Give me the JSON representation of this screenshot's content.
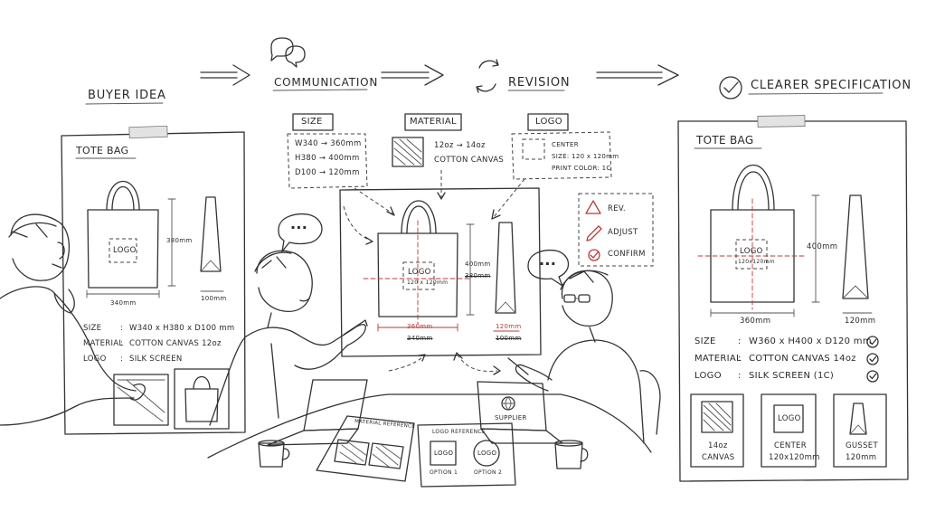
{
  "stages": [
    {
      "label": "BUYER IDEA",
      "icon": "none"
    },
    {
      "label": "COMMUNICATION",
      "icon": "speech-bubbles-icon"
    },
    {
      "label": "REVISION",
      "icon": "cycle-arrows-icon"
    },
    {
      "label": "CLEARER SPECIFICATION",
      "icon": "check-circle-icon"
    }
  ],
  "buyer_sheet": {
    "title": "TOTE BAG",
    "logo": "LOGO",
    "height": "380mm",
    "width": "340mm",
    "gusset": "100mm",
    "specs": [
      {
        "key": "SIZE",
        "sep": ":",
        "value": "W340 x H380 x D100 mm"
      },
      {
        "key": "MATERIAL",
        "sep": ":",
        "value": "COTTON CANVAS 12oz"
      },
      {
        "key": "LOGO",
        "sep": ":",
        "value": "SILK SCREEN"
      }
    ]
  },
  "callouts": {
    "size": {
      "title": "SIZE",
      "lines": [
        "W340 → 360mm",
        "H380 → 400mm",
        "D100 → 120mm"
      ]
    },
    "material": {
      "title": "MATERIAL",
      "lines": [
        "12oz → 14oz",
        "COTTON CANVAS"
      ]
    },
    "logo": {
      "title": "LOGO",
      "lines": [
        "CENTER",
        "SIZE: 120 x 120mm",
        "PRINT COLOR: 1C"
      ]
    }
  },
  "board": {
    "logo": "LOGO",
    "logo_size": "120 x 120mm",
    "height_new": "400mm",
    "height_old": "380mm",
    "width_new": "360mm",
    "width_old": "340mm",
    "gusset_new": "120mm",
    "gusset_old": "100mm"
  },
  "revision_list": [
    "REV.",
    "ADJUST",
    "CONFIRM"
  ],
  "speech": [
    "...",
    "..."
  ],
  "table": {
    "laptop_label": "SUPPLIER",
    "material_reference": "MATERIAL REFERENCE",
    "logo_reference": "LOGO REFERENCE",
    "logo_options": [
      {
        "logo": "LOGO",
        "label": "OPTION 1"
      },
      {
        "logo": "LOGO",
        "label": "OPTION 2"
      }
    ]
  },
  "final_sheet": {
    "title": "TOTE BAG",
    "logo": "LOGO",
    "logo_size": "120x120mm",
    "height": "400mm",
    "width": "360mm",
    "gusset": "120mm",
    "specs": [
      {
        "key": "SIZE",
        "sep": ":",
        "value": "W360 x H400 x D120 mm"
      },
      {
        "key": "MATERIAL",
        "sep": ":",
        "value": "COTTON CANVAS 14oz"
      },
      {
        "key": "LOGO",
        "sep": ":",
        "value": "SILK SCREEN (1C)"
      }
    ],
    "swatches": [
      {
        "lines": [
          "14oz",
          "CANVAS"
        ]
      },
      {
        "logo": "LOGO",
        "lines": [
          "CENTER",
          "120x120mm"
        ]
      },
      {
        "lines": [
          "GUSSET",
          "120mm"
        ]
      }
    ]
  }
}
